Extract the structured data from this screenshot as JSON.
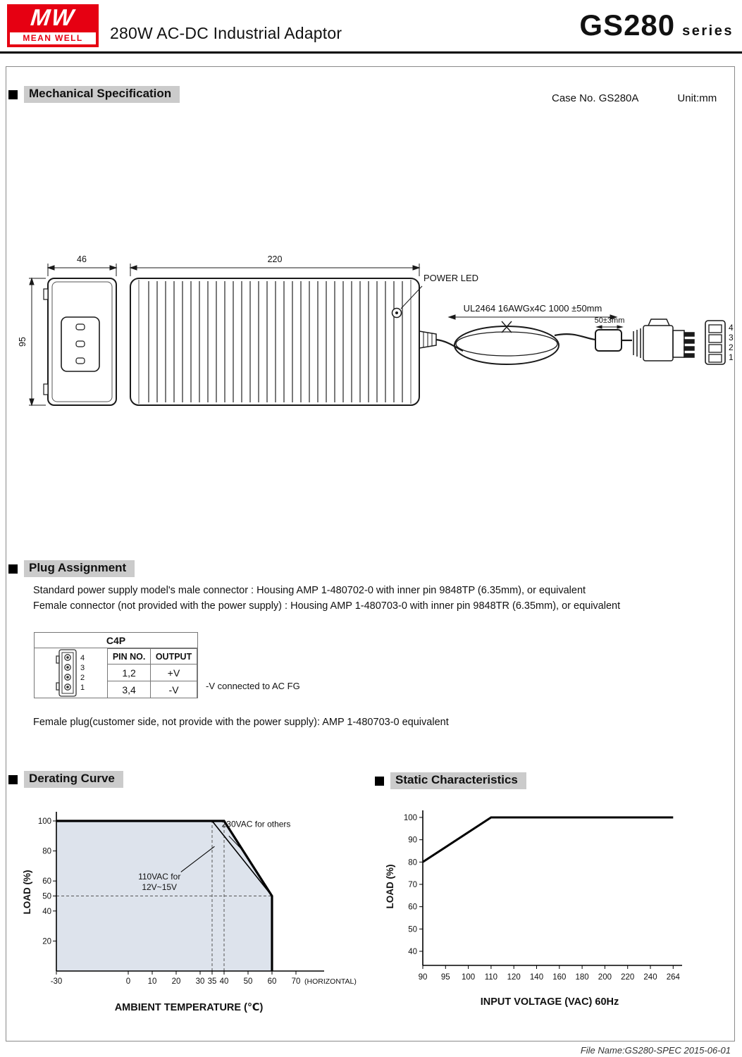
{
  "header": {
    "logo": {
      "monogram": "MW",
      "name": "MEAN WELL",
      "brand_color": "#e60012"
    },
    "title": "280W AC-DC Industrial Adaptor",
    "series_name": "GS280",
    "series_suffix": "series"
  },
  "mechanical": {
    "section_title": "Mechanical Specification",
    "case_no": "Case No. GS280A",
    "unit": "Unit:mm",
    "dim_width_mm": "46",
    "dim_length_mm": "220",
    "dim_height_mm": "95",
    "power_led_label": "POWER LED",
    "cable_spec": "UL2464 16AWGx4C 1000 ±50mm",
    "cable_lead_length": "50±3mm",
    "pin_labels": [
      "4",
      "3",
      "2",
      "1"
    ]
  },
  "plug": {
    "section_title": "Plug Assignment",
    "male_connector_text": "Standard power supply model's male connector : Housing AMP 1-480702-0 with inner pin 9848TP (6.35mm), or equivalent",
    "female_connector_text": "Female connector (not provided with the power supply) : Housing AMP 1-480703-0 with inner pin 9848TR (6.35mm), or equivalent",
    "connector_name": "C4P",
    "pin_labels": [
      "4",
      "3",
      "2",
      "1"
    ],
    "table": {
      "headers": [
        "PIN NO.",
        "OUTPUT"
      ],
      "rows": [
        [
          "1,2",
          "+V"
        ],
        [
          "3,4",
          "-V"
        ]
      ]
    },
    "note": "-V connected to AC FG",
    "female_plug_text": "Female plug(customer side, not provide with the power supply): AMP 1-480703-0 equivalent"
  },
  "derating": {
    "section_title": "Derating Curve"
  },
  "static_characteristics": {
    "section_title": "Static Characteristics"
  },
  "footer": {
    "file_info": "File Name:GS280-SPEC  2015-06-01"
  },
  "chart_data": [
    {
      "type": "line",
      "title": "Derating Curve",
      "xlabel": "AMBIENT TEMPERATURE (℃)",
      "x_axis_note": "(HORIZONTAL)",
      "ylabel": "LOAD (%)",
      "xlim": [
        -30,
        80
      ],
      "ylim": [
        0,
        108
      ],
      "xticks": [
        -30,
        0,
        10,
        20,
        30,
        35,
        40,
        50,
        60,
        70
      ],
      "yticks": [
        20,
        40,
        50,
        60,
        80,
        100
      ],
      "grid": false,
      "series": [
        {
          "name": "230VAC for others",
          "points": [
            [
              -30,
              100
            ],
            [
              40,
              100
            ],
            [
              60,
              50
            ],
            [
              60,
              0
            ]
          ]
        },
        {
          "name": "110VAC for 12V~15V",
          "points": [
            [
              35,
              100
            ],
            [
              60,
              50
            ]
          ]
        }
      ],
      "shaded_region": [
        [
          -30,
          0
        ],
        [
          -30,
          100
        ],
        [
          40,
          100
        ],
        [
          60,
          50
        ],
        [
          60,
          0
        ]
      ],
      "dashed_guides": {
        "vertical_x": [
          35,
          40
        ],
        "horizontal_y": [
          50
        ]
      },
      "annotations": [
        {
          "text": "230VAC for others",
          "x": 39,
          "y": 96,
          "anchor": "start",
          "leader": [
            [
              42,
              90
            ],
            [
              48,
              80
            ]
          ]
        },
        {
          "text": "110VAC for",
          "text2": "12V~15V",
          "x": 13,
          "y": 61,
          "anchor": "middle",
          "leader": [
            [
              22,
              66
            ],
            [
              36,
              83
            ]
          ]
        }
      ]
    },
    {
      "type": "line",
      "title": "Static Characteristics",
      "xlabel": "INPUT VOLTAGE (VAC) 60Hz",
      "ylabel": "LOAD (%)",
      "x_scale": "categorical",
      "xticks": [
        90,
        95,
        100,
        110,
        120,
        140,
        160,
        180,
        200,
        220,
        240,
        264
      ],
      "yticks": [
        40,
        50,
        60,
        70,
        80,
        90,
        100
      ],
      "ylim": [
        40,
        104
      ],
      "grid": false,
      "series": [
        {
          "name": "load",
          "points": [
            [
              90,
              80
            ],
            [
              110,
              100
            ],
            [
              264,
              100
            ]
          ]
        }
      ]
    }
  ]
}
